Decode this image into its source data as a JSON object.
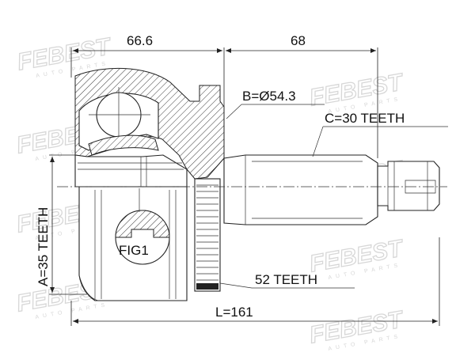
{
  "labels": {
    "dim_left_width": "66.6",
    "dim_right_width": "68",
    "thread_diameter": "B=Ø54.3",
    "outer_spline": "C=30 TEETH",
    "inner_spline": "A=35 TEETH",
    "abs_ring": "52 TEETH",
    "total_length": "L=161",
    "figure_ref": "FIG1"
  },
  "watermark": {
    "brand": "FEBEST",
    "tagline": "AUTO PARTS"
  },
  "colors": {
    "line": "#222222",
    "watermark": "#d7d7d7",
    "background": "#ffffff"
  }
}
